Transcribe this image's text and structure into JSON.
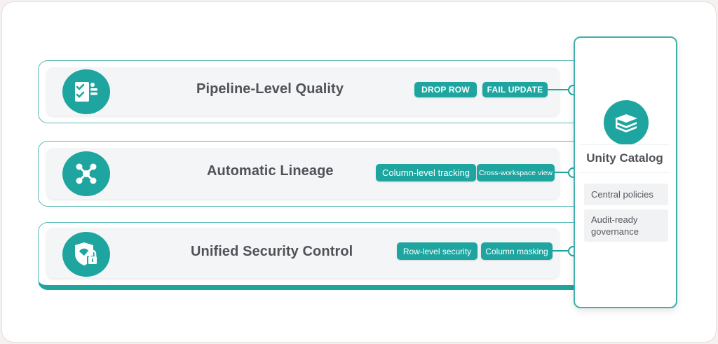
{
  "colors": {
    "accent": "#1ea5a0",
    "border": "#5ab9b5",
    "card_bg": "#f3f5f6",
    "title_text": "#4f5358"
  },
  "rows": [
    {
      "title": "Pipeline-Level Quality",
      "icon": "checklist-icon",
      "tags": [
        "DROP ROW",
        "FAIL UPDATE"
      ]
    },
    {
      "title": "Automatic Lineage",
      "icon": "network-nodes-icon",
      "tags": [
        "Column-level tracking",
        "Cross-workspace view"
      ]
    },
    {
      "title": "Unified Security Control",
      "icon": "shield-lock-icon",
      "tags": [
        "Row-level security",
        "Column masking"
      ]
    }
  ],
  "unity_catalog": {
    "title": "Unity Catalog",
    "icon": "stacked-layers-icon",
    "items": [
      "Central policies",
      "Audit-ready governance"
    ],
    "item_lines": [
      [
        "Central policies"
      ],
      [
        "Audit-ready",
        "governance"
      ]
    ]
  }
}
